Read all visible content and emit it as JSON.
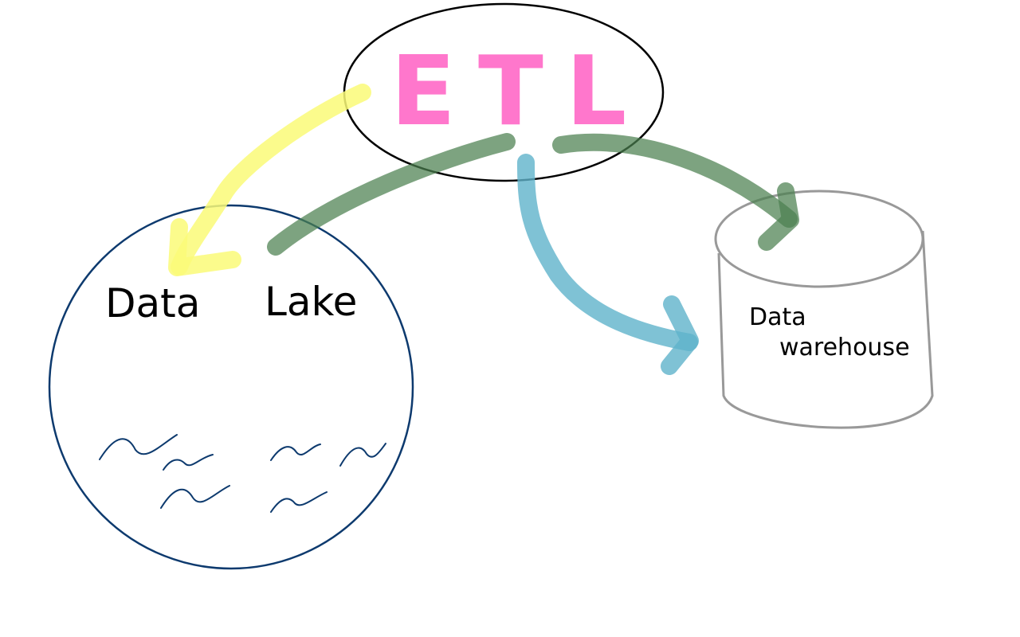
{
  "etl": {
    "label": "ETL",
    "color": "#ff5fc3",
    "outline_color": "#000000"
  },
  "data_lake": {
    "word_1": "Data",
    "word_2": "Lake",
    "outline_color": "#0d3a6e",
    "wave_color": "#0d3a6e"
  },
  "data_warehouse": {
    "line_1": "Data",
    "line_2": "warehouse",
    "outline_color": "#999999",
    "text_color": "#000000"
  },
  "arrows": {
    "etl_to_lake_yellow": "#fafa78",
    "lake_to_warehouse_green": "#4b7f4f",
    "etl_to_warehouse_blue": "#5fb3cb"
  }
}
